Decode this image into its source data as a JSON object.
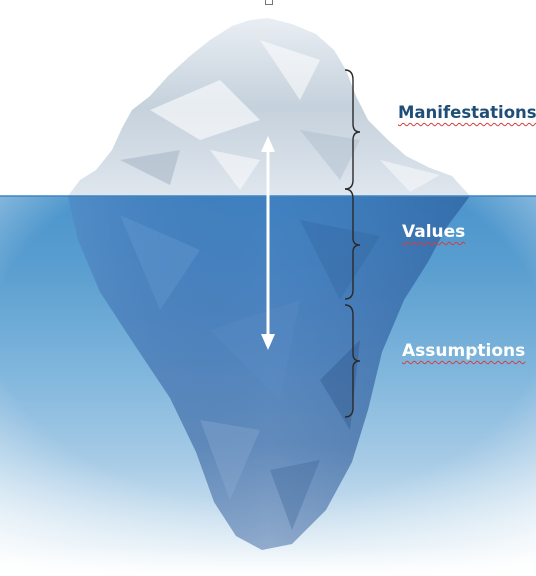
{
  "diagram": {
    "layers": [
      {
        "id": "manifestations",
        "label": "Manifestations"
      },
      {
        "id": "values",
        "label": "Values"
      },
      {
        "id": "assumptions",
        "label": "Assumptions"
      }
    ]
  },
  "colors": {
    "label_above_water": "#1f4e79",
    "label_below_water": "#ffffff",
    "water_surface": "#4a94cc",
    "bracket": "#2a2a2a",
    "arrow": "#ffffff"
  }
}
